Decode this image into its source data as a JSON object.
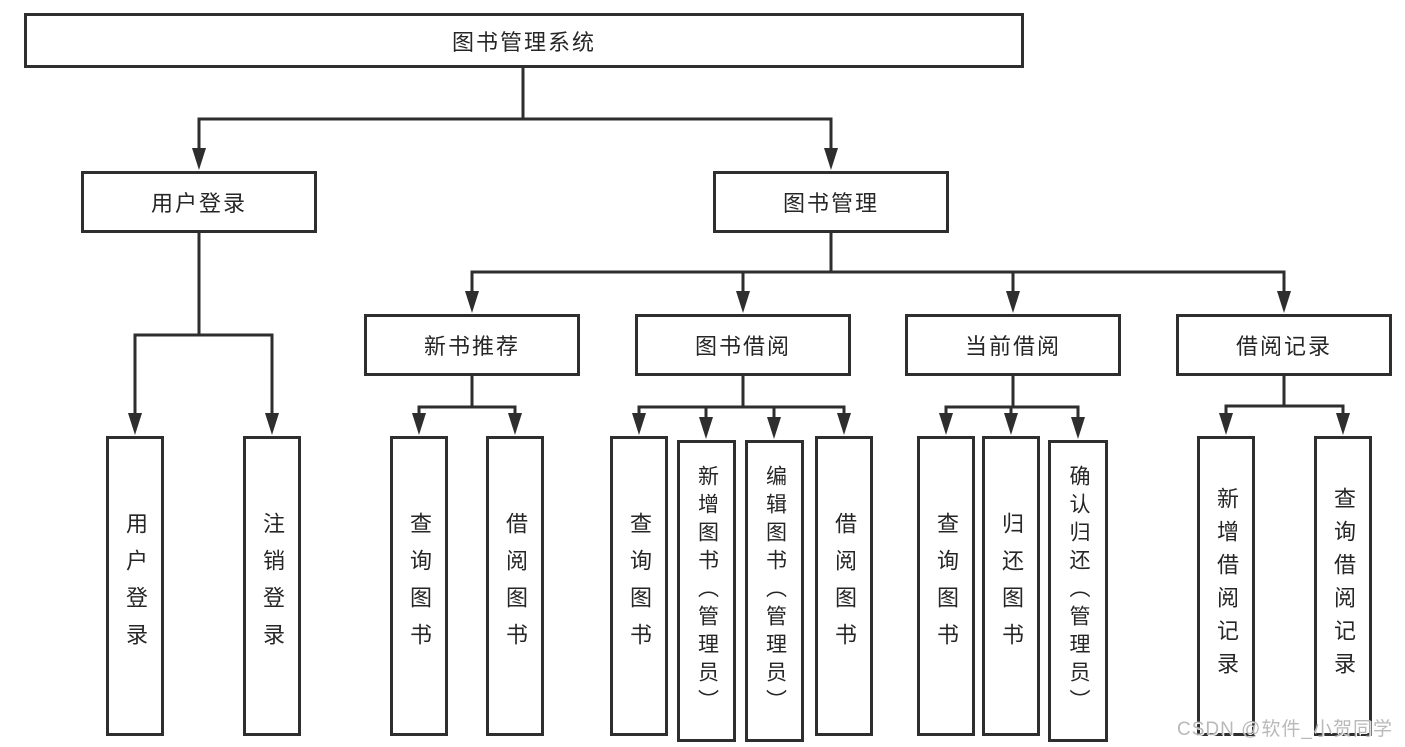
{
  "diagram": {
    "title": "图书管理系统",
    "level2": {
      "user_login": "用户登录",
      "book_management": "图书管理"
    },
    "level3": {
      "new_book_recommend": "新书推荐",
      "book_borrow": "图书借阅",
      "current_borrow": "当前借阅",
      "borrow_records": "借阅记录"
    },
    "leaves": {
      "user_login": "用户登录",
      "logout": "注销登录",
      "newbooks_query": "查询图书",
      "newbooks_borrow": "借阅图书",
      "borrow_query": "查询图书",
      "borrow_add_admin": "新增图书（管理员）",
      "borrow_edit_admin": "编辑图书（管理员）",
      "borrow_borrow": "借阅图书",
      "current_query": "查询图书",
      "current_return": "归还图书",
      "current_confirm_admin": "确认归还（管理员）",
      "records_add": "新增借阅记录",
      "records_query": "查询借阅记录"
    },
    "watermark": "CSDN @软件_小贺同学",
    "colors": {
      "line": "#2e2e2e",
      "text": "#262626",
      "background": "#ffffff",
      "watermark": "#b6b6b6"
    }
  }
}
